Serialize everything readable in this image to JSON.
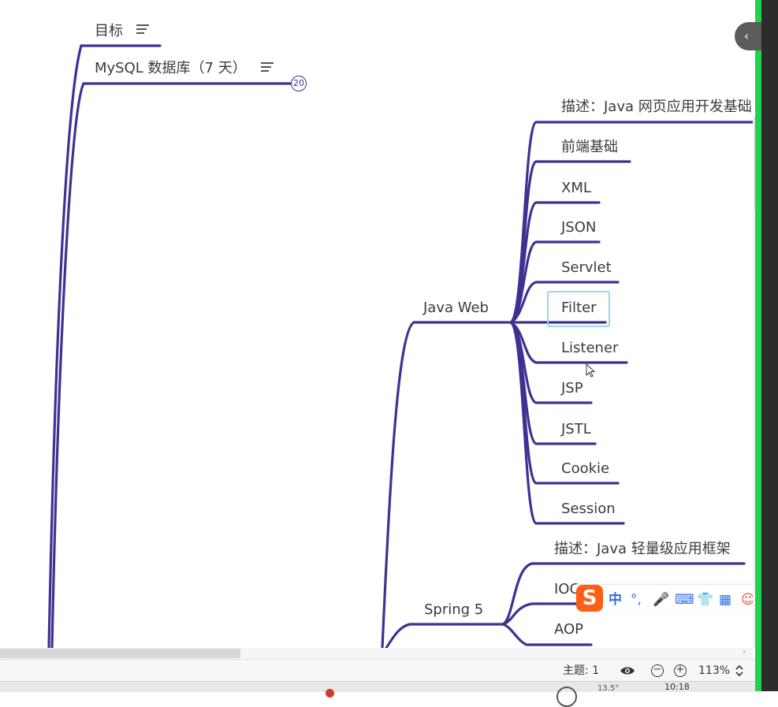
{
  "mindmap": {
    "top_nodes": {
      "goal": "目标",
      "mysql": "MySQL 数据库（7 天）",
      "mysql_child_count": "20"
    },
    "java_web": {
      "label": "Java Web",
      "children": [
        "描述：Java 网页应用开发基础",
        "前端基础",
        "XML",
        "JSON",
        "Servlet",
        "Filter",
        "Listener",
        "JSP",
        "JSTL",
        "Cookie",
        "Session"
      ],
      "selected": "Filter"
    },
    "spring5": {
      "label": "Spring 5",
      "children": [
        "描述：Java 轻量级应用框架",
        "IOC",
        "AOP"
      ]
    },
    "line_color": "#3f3192"
  },
  "ime_toolbar": {
    "logo": "S",
    "items": [
      "中",
      "°,",
      "🎤",
      "⌨",
      "👕",
      "▦",
      "☺"
    ]
  },
  "statusbar": {
    "topic_label": "主题: 1",
    "zoom": "113%"
  },
  "taskbar": {
    "clock": "10:18",
    "tray_text": "13.5°"
  },
  "side_panel": {
    "collapse_icon": "‹"
  }
}
